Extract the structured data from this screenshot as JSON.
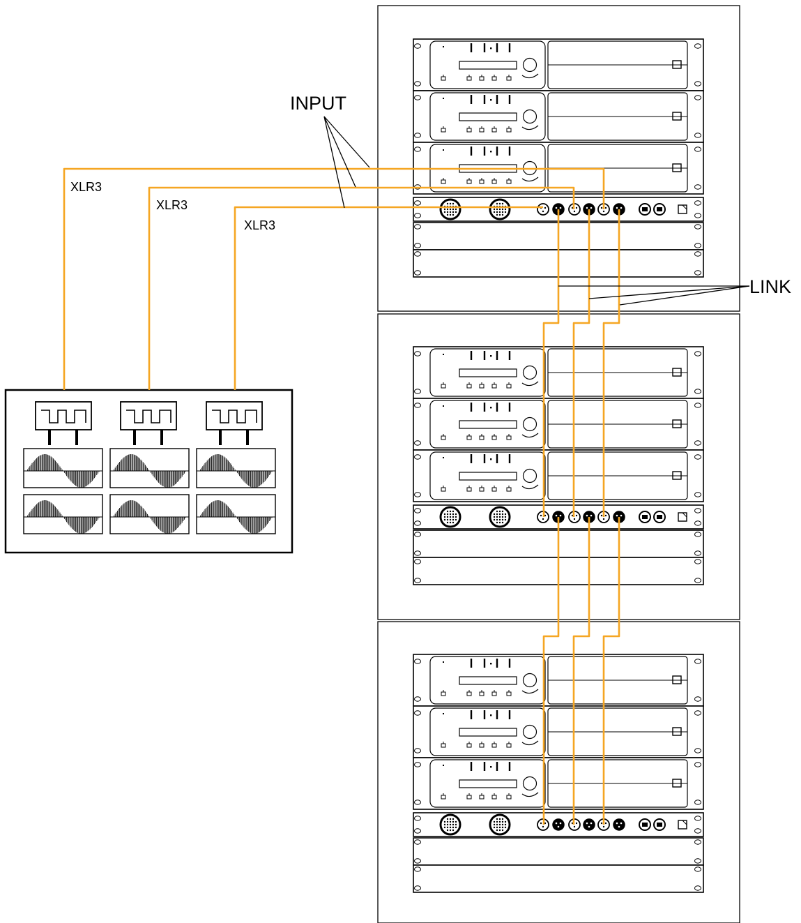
{
  "labels": {
    "input": "INPUT",
    "link": "LINK",
    "xlr": [
      "XLR3",
      "XLR3",
      "XLR3"
    ]
  },
  "colors": {
    "cable": "#f5a623",
    "line": "#000000",
    "background": "#ffffff"
  },
  "structure": {
    "rack_count": 3,
    "amplifiers_per_rack": 3,
    "generator_channels": 3
  }
}
